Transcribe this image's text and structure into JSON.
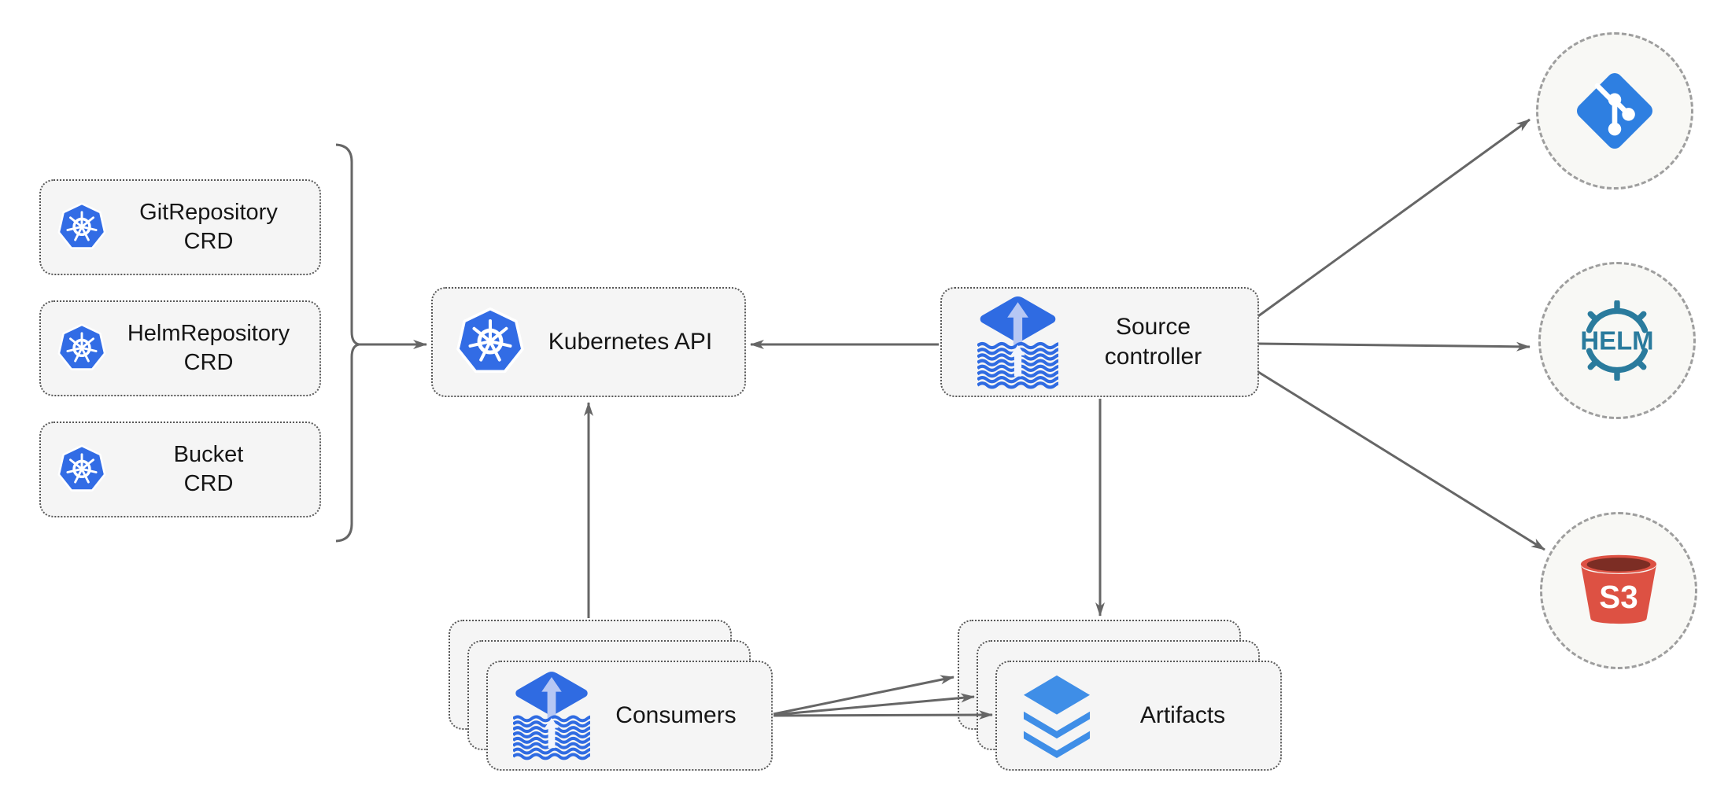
{
  "nodes": {
    "crd_boxes": [
      {
        "line1": "GitRepository",
        "line2": "CRD"
      },
      {
        "line1": "HelmRepository",
        "line2": "CRD"
      },
      {
        "line1": "Bucket",
        "line2": "CRD"
      }
    ],
    "kubernetes_api": {
      "label": "Kubernetes API"
    },
    "source_controller": {
      "line1": "Source",
      "line2": "controller"
    },
    "consumers": {
      "label": "Consumers"
    },
    "artifacts": {
      "label": "Artifacts"
    },
    "helm": {
      "label": "HELM"
    },
    "s3": {
      "label": "S3"
    }
  },
  "icons": {
    "kubernetes-icon": "blue heptagon with white ship wheel",
    "flux-source-icon": "blue diamond with up arrow over wavy diamond",
    "layers-icon": "three stacked blue layers",
    "git-icon": "blue rotated square with white branch nodes",
    "helm-icon": "teal helm wheel with HELM wordmark",
    "s3-bucket-icon": "red bucket with S3 wordmark"
  },
  "colors": {
    "kubernetes_blue": "#326CE5",
    "flux_blue": "#2F6BE2",
    "flux_arrow_light": "#B6C7F4",
    "layers_blue": "#3F8EE7",
    "git_blue": "#2E7FE1",
    "helm_teal": "#2A7B9D",
    "s3_red": "#DD5143",
    "s3_dark_red": "#7C2D24",
    "arrow_gray": "#666666",
    "box_fill": "#F5F5F5",
    "box_border": "#585858",
    "circle_border": "#9E9E9E"
  }
}
